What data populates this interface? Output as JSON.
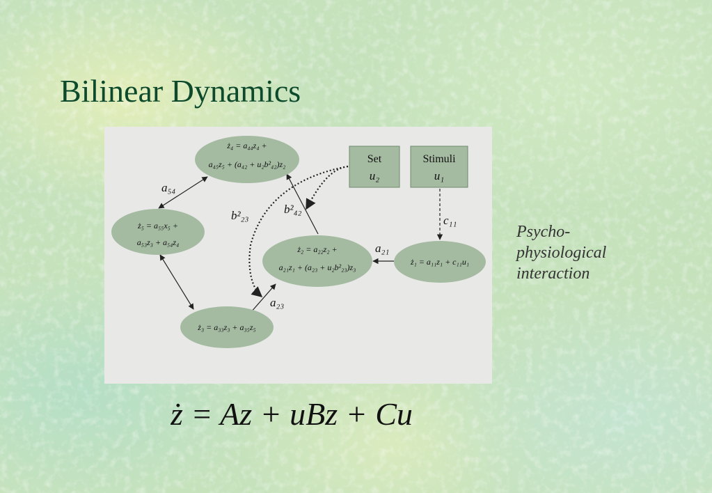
{
  "slide": {
    "title": "Bilinear Dynamics",
    "side_note": "Psycho-\nphysiological\ninteraction",
    "formula": "ż = Az + uBz + Cu"
  },
  "diagram": {
    "nodes": {
      "z4": {
        "line1": "ż₄ = a₄₄z₄ +",
        "line2": "a₄₅z₅ + (a₄₂ + u₂b²₄₂)z₂"
      },
      "z5": {
        "line1": "ż₅ = a₅₅x₅ +",
        "line2": "a₅₃z₃ + a₅₄z₄"
      },
      "z2": {
        "line1": "ż₂ = a₂₂z₂ +",
        "line2": "a₂₁z₁ + (a₂₃ + u₂b²₂₃)z₃"
      },
      "z1": {
        "line1": "ż₁ = a₁₁z₁ + c₁₁u₁"
      },
      "z3": {
        "line1": "ż₃ = a₃₃z₃ + a₃₅z₅"
      }
    },
    "boxes": {
      "set": {
        "label": "Set",
        "var": "u₂"
      },
      "stimuli": {
        "label": "Stimuli",
        "var": "u₁"
      }
    },
    "edge_labels": {
      "a54": "a₅₄",
      "b23": "b²₂₃",
      "b42": "b²₄₂",
      "c11": "c₁₁",
      "a21": "a₂₁",
      "a23": "a₂₃"
    },
    "colors": {
      "node_fill": "#a4bba2",
      "box_fill": "#a4bba2",
      "panel_bg": "#e8e8e6",
      "title": "#0d4a2c"
    }
  }
}
